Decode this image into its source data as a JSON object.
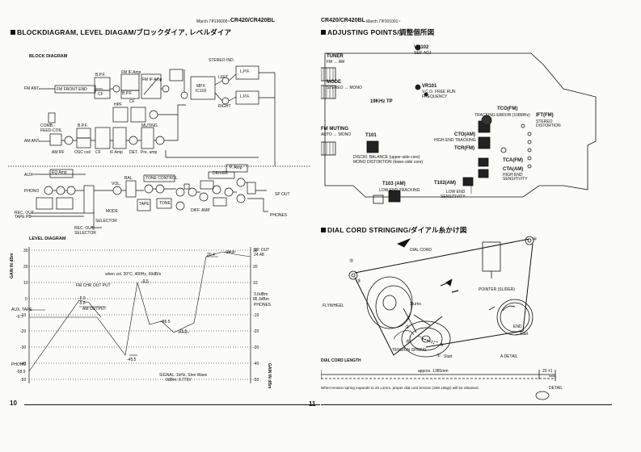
{
  "left": {
    "date": "March.77",
    "serial": "#136000~",
    "model": "CR420/CR420BL",
    "title": "BLOCKDIAGRAM, LEVEL DIAGAM/ブロックダイア, レベルダイア",
    "block_label": "BLOCK DIAGRAM",
    "level_label": "LEVEL DIAGRAM",
    "page_number": "10",
    "block_texts": {
      "fm_ant": "FM ANT.",
      "fm_front": "FM FRONT END",
      "bpf1": "B.P.F.",
      "cf1": "CF",
      "fm_if": "FM IF Amp",
      "bpf2": "B.P.F.",
      "cf2": "CF",
      "fm_if2": "FM IF Amp",
      "mpx": "MPX",
      "mpx_ic": "IC102",
      "stereo": "STEREO IND.",
      "lpf1": "L.P.F.",
      "lpf2": "L.P.F.",
      "left": "LEFT",
      "right": "RIGHT",
      "comb": "COMB.-FEED-COIL",
      "am_ant": "AM ANT.",
      "am_rf": "AM RF",
      "osc": "OSC coil",
      "bpf3": "B.P.F.",
      "cf3": "CF",
      "if_amp": "IF Amp",
      "det": "DET.",
      "pre_amp": "Pre. amp",
      "muting": "MUTING",
      "hpf": "HPF",
      "eq_amp": "EQ Amp",
      "aux": "AUX",
      "phono": "PHONO",
      "rec_out": "REC. OUT",
      "tape_pb": "TAPE PB",
      "vol": "VOL.",
      "bal": "BAL.",
      "mode": "MODE",
      "tape": "TAPE",
      "tone": "TONE CONTROL",
      "tone2": "TONE",
      "driver": "DRIVER",
      "p_amp": "P. Amp",
      "diff": "DIFF. AMP",
      "sp_out": "SP OUT",
      "phones": "PHONES",
      "selector": "SELECTOR",
      "rec_sel": "REC. OUT SELECTOR"
    },
    "level_texts": {
      "gain_in": "GAIN IN dBm",
      "gain_in2": "GAIN IN dBm",
      "when_vol": "when vol. 20°C, 400Hz, 60dB/s",
      "fm_out": "FM CHR OUT PUT",
      "am_out": "AM OUTPUT",
      "aux_tape": "AUX, TAPE",
      "phono": "PHONO",
      "sp_out": "SP. OUT",
      "phones": "PHONES",
      "signal": "SIGNAL: 1kHz, Sine Wave",
      "signal2": "0dBm: 0.775V",
      "v1": "-5.9",
      "v2": "-5.8",
      "v3": "-9.7",
      "v4": "-25.5",
      "v5": "-21.5",
      "v6": "-45.5",
      "v7": "-9.5",
      "v8": "20.4",
      "v9": "24.2",
      "v10": "24.48",
      "v11": "-5.9",
      "v12": "-58.9",
      "v13": "3.6dBm",
      "v14": "-5.3dBm"
    }
  },
  "right": {
    "model": "CR420/CR420BL",
    "date": "March.77",
    "serial": "#101001~",
    "title1": "ADJUSTING POINTS/調整個所図",
    "title2": "DIAL CORD STRINGING/ダイアル糸かけ図",
    "page_number": "11",
    "adj": {
      "tuner": "TUNER",
      "fm_am": "FM ↔ AM",
      "mode": "MODE",
      "stereo_mono": "STEREO ↔ MONO",
      "fm_muting": "FM MUTING",
      "auto_mono": "AUTO ↔ MONO",
      "vr102": "VR102",
      "vr102_d": "SEP. ADJ",
      "vr101": "VR101",
      "vr101_d": "V.C.O. FREE RUN",
      "vr101_d2": "FREQUENCY",
      "tp": "19KHz TP",
      "tco": "TCO(FM)",
      "tco_d": "TRACKING ERROR (108MHz)",
      "ift": "IFT(FM)",
      "ift_d": "STEREO",
      "ift_d2": "DISTORTION",
      "t101": "T101",
      "t101_d": "DISCRI. BALANCE (upper-side core)",
      "t101_d2": "MONO DISTORTION (lower-side core)",
      "cto": "CTO(AM)",
      "cto_d": "HIGH END TRACKING",
      "tcr": "TCR(FM)",
      "tca": "TCA(FM)",
      "cta": "CTA(AM)",
      "cta_d": "HIGH END",
      "cta_d2": "SENSITIVITY",
      "t103": "T103 (AM)",
      "t103_d": "LOW END TRACKING",
      "t102": "T102(AM)",
      "t102_d": "LOW END",
      "t102_d2": "SENSITIVITY"
    },
    "dial": {
      "dial_cord": "DIAL CORD",
      "pointer": "POINTER (SLIDER)",
      "flywheel": "FLYWHEEL",
      "turns": "3turns",
      "tension": "TENSION SPRING",
      "a": "A",
      "start": "Start",
      "a_detail": "A DETAIL",
      "end": "END",
      "start2": "Start",
      "length": "DIAL CORD LENGTH",
      "approx": "approx. 1385mm",
      "dim2": "20 ±1",
      "detail": "DETAIL",
      "note": "When tension spring expands to 20 ±1mm, proper dial cord tension (260 ±65gr) will be obtained.",
      "n1": "①",
      "n2": "②",
      "n3": "③",
      "n4": "④",
      "n5": "⑤",
      "n6": "⑥"
    }
  }
}
